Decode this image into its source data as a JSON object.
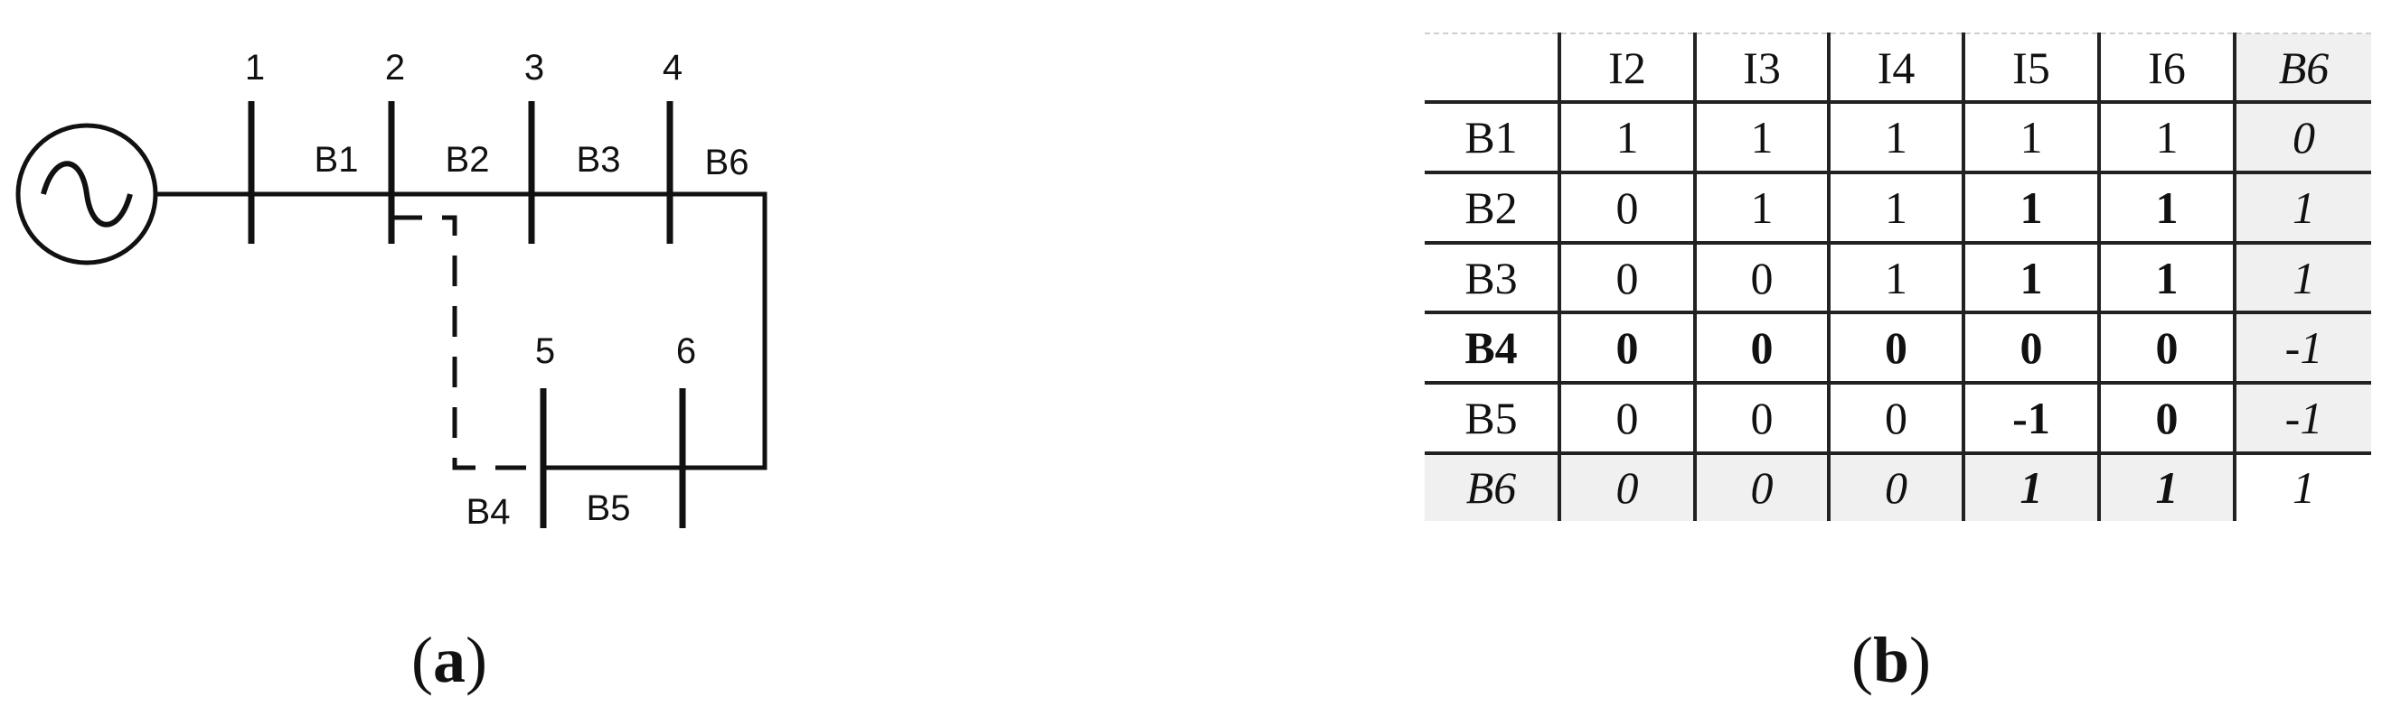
{
  "diagram": {
    "nodes": [
      "1",
      "2",
      "3",
      "4",
      "5",
      "6"
    ],
    "branches": [
      "B1",
      "B2",
      "B3",
      "B4",
      "B5",
      "B6"
    ]
  },
  "table": {
    "columns": [
      "I2",
      "I3",
      "I4",
      "I5",
      "I6",
      "B6"
    ],
    "rows": [
      {
        "label": "B1",
        "values": [
          "1",
          "1",
          "1",
          "1",
          "1",
          "0"
        ]
      },
      {
        "label": "B2",
        "values": [
          "0",
          "1",
          "1",
          "1",
          "1",
          "1"
        ]
      },
      {
        "label": "B3",
        "values": [
          "0",
          "0",
          "1",
          "1",
          "1",
          "1"
        ]
      },
      {
        "label": "B4",
        "values": [
          "0",
          "0",
          "0",
          "0",
          "0",
          "-1"
        ]
      },
      {
        "label": "B5",
        "values": [
          "0",
          "0",
          "0",
          "-1",
          "0",
          "-1"
        ]
      },
      {
        "label": "B6",
        "values": [
          "0",
          "0",
          "0",
          "1",
          "1",
          "1"
        ]
      }
    ]
  },
  "captions": {
    "a": "a",
    "b": "b"
  }
}
